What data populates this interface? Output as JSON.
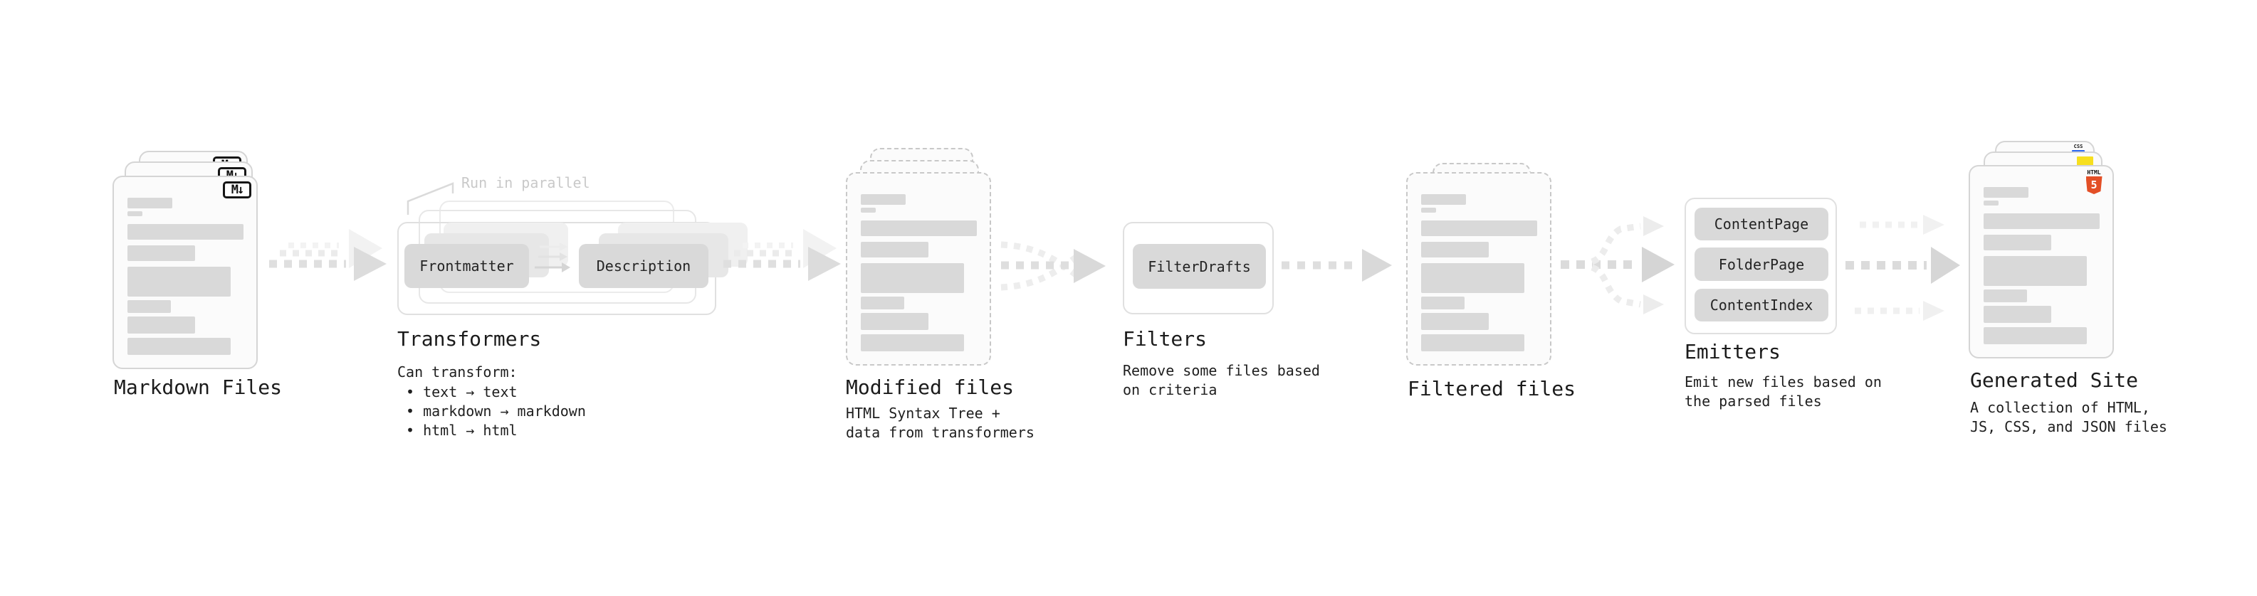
{
  "stages": {
    "markdown_files": {
      "label": "Markdown Files",
      "file_icon": "M↓"
    },
    "transformers": {
      "callout": "Run in parallel",
      "box_left": "Frontmatter",
      "box_right": "Description",
      "title": "Transformers",
      "desc_heading": "Can transform:",
      "bullets": [
        "• text → text",
        "• markdown → markdown",
        "• html → html"
      ]
    },
    "modified_files": {
      "label": "Modified files",
      "description": "HTML Syntax Tree +\ndata from transformers"
    },
    "filters": {
      "title": "Filters",
      "box": "FilterDrafts",
      "description": "Remove some files based\non criteria"
    },
    "filtered_files": {
      "label": "Filtered files"
    },
    "emitters": {
      "title": "Emitters",
      "boxes": [
        "ContentPage",
        "FolderPage",
        "ContentIndex"
      ],
      "description": "Emit new files based on\nthe parsed files"
    },
    "generated_site": {
      "label": "Generated Site",
      "description": "A collection of HTML,\nJS, CSS, and JSON files",
      "badge_css": "CSS",
      "badge_html_label": "HTML",
      "badge_html_number": "5"
    }
  },
  "colors": {
    "html5_orange": "#e34f26",
    "js_yellow": "#f7df1e",
    "css_blue": "#2965f1"
  }
}
